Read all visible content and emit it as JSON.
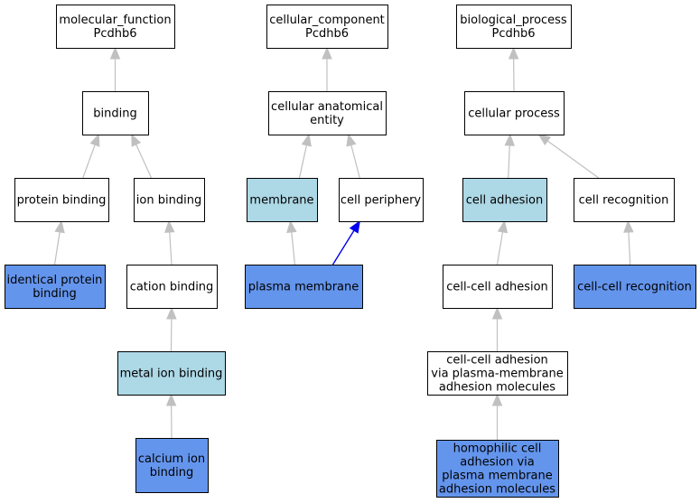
{
  "colors": {
    "plain": "#ffffff",
    "light": "#add8e6",
    "dark": "#6495ed",
    "edge": "#c0c0c0",
    "highlight_edge": "#0000ee",
    "border": "#000000"
  },
  "nodes": [
    {
      "id": "mf",
      "lines": [
        "molecular_function",
        "Pcdhb6"
      ],
      "fill": "plain"
    },
    {
      "id": "binding",
      "lines": [
        "binding"
      ],
      "fill": "plain"
    },
    {
      "id": "protein-binding",
      "lines": [
        "protein binding"
      ],
      "fill": "plain"
    },
    {
      "id": "ion-binding",
      "lines": [
        "ion binding"
      ],
      "fill": "plain"
    },
    {
      "id": "identical-protein-binding",
      "lines": [
        "identical protein",
        "binding"
      ],
      "fill": "dark"
    },
    {
      "id": "cation-binding",
      "lines": [
        "cation binding"
      ],
      "fill": "plain"
    },
    {
      "id": "metal-ion-binding",
      "lines": [
        "metal ion binding"
      ],
      "fill": "light"
    },
    {
      "id": "calcium-ion-binding",
      "lines": [
        "calcium ion",
        "binding"
      ],
      "fill": "dark"
    },
    {
      "id": "cc",
      "lines": [
        "cellular_component",
        "Pcdhb6"
      ],
      "fill": "plain"
    },
    {
      "id": "cellular-anatomical-entity",
      "lines": [
        "cellular anatomical",
        "entity"
      ],
      "fill": "plain"
    },
    {
      "id": "membrane",
      "lines": [
        "membrane"
      ],
      "fill": "light"
    },
    {
      "id": "cell-periphery",
      "lines": [
        "cell periphery"
      ],
      "fill": "plain"
    },
    {
      "id": "plasma-membrane",
      "lines": [
        "plasma membrane"
      ],
      "fill": "dark"
    },
    {
      "id": "bp",
      "lines": [
        "biological_process",
        "Pcdhb6"
      ],
      "fill": "plain"
    },
    {
      "id": "cellular-process",
      "lines": [
        "cellular process"
      ],
      "fill": "plain"
    },
    {
      "id": "cell-adhesion",
      "lines": [
        "cell adhesion"
      ],
      "fill": "light"
    },
    {
      "id": "cell-recognition",
      "lines": [
        "cell recognition"
      ],
      "fill": "plain"
    },
    {
      "id": "cell-cell-adhesion",
      "lines": [
        "cell-cell adhesion"
      ],
      "fill": "plain"
    },
    {
      "id": "cell-cell-recognition",
      "lines": [
        "cell-cell recognition"
      ],
      "fill": "dark"
    },
    {
      "id": "cell-cell-adhesion-pm",
      "lines": [
        "cell-cell adhesion",
        "via plasma-membrane",
        "adhesion molecules"
      ],
      "fill": "plain"
    },
    {
      "id": "homophilic",
      "lines": [
        "homophilic cell",
        "adhesion via",
        "plasma membrane",
        "adhesion molecules"
      ],
      "fill": "dark"
    }
  ],
  "edges": [
    {
      "from": "binding",
      "to": "mf"
    },
    {
      "from": "protein-binding",
      "to": "binding"
    },
    {
      "from": "ion-binding",
      "to": "binding"
    },
    {
      "from": "identical-protein-binding",
      "to": "protein-binding"
    },
    {
      "from": "cation-binding",
      "to": "ion-binding"
    },
    {
      "from": "metal-ion-binding",
      "to": "cation-binding"
    },
    {
      "from": "calcium-ion-binding",
      "to": "metal-ion-binding"
    },
    {
      "from": "cellular-anatomical-entity",
      "to": "cc"
    },
    {
      "from": "membrane",
      "to": "cellular-anatomical-entity"
    },
    {
      "from": "cell-periphery",
      "to": "cellular-anatomical-entity"
    },
    {
      "from": "plasma-membrane",
      "to": "membrane"
    },
    {
      "from": "plasma-membrane",
      "to": "cell-periphery",
      "highlight": true
    },
    {
      "from": "cellular-process",
      "to": "bp"
    },
    {
      "from": "cell-adhesion",
      "to": "cellular-process"
    },
    {
      "from": "cell-recognition",
      "to": "cellular-process"
    },
    {
      "from": "cell-cell-adhesion",
      "to": "cell-adhesion"
    },
    {
      "from": "cell-cell-recognition",
      "to": "cell-recognition"
    },
    {
      "from": "cell-cell-adhesion-pm",
      "to": "cell-cell-adhesion"
    },
    {
      "from": "homophilic",
      "to": "cell-cell-adhesion-pm"
    }
  ]
}
